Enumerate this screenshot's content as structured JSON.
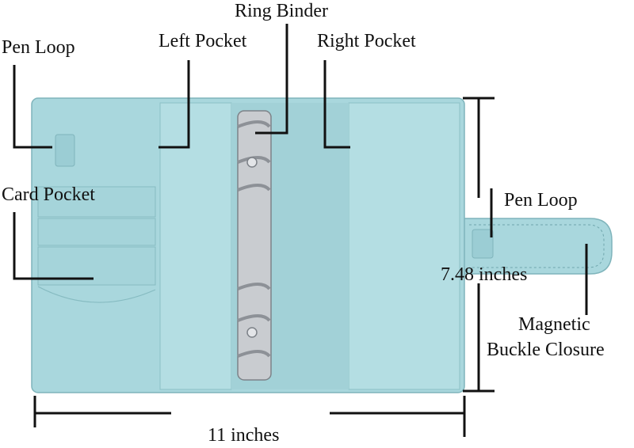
{
  "labels": {
    "pen_loop_left": "Pen Loop",
    "left_pocket": "Left Pocket",
    "ring_binder": "Ring Binder",
    "right_pocket": "Right Pocket",
    "card_pocket": "Card Pocket",
    "pen_loop_right": "Pen Loop",
    "height_dimension": "7.48 inches",
    "magnetic_line1": "Magnetic",
    "magnetic_line2": "Buckle Closure",
    "width_dimension": "11 inches"
  },
  "colors": {
    "cover": "#a9d7dd",
    "cover_shade": "#93c6cd",
    "cover_edge": "#7fb4bb",
    "stitch": "#6fa6ad",
    "metal": "#c9ccd0",
    "metal_dark": "#7d8288",
    "line": "#111111"
  }
}
